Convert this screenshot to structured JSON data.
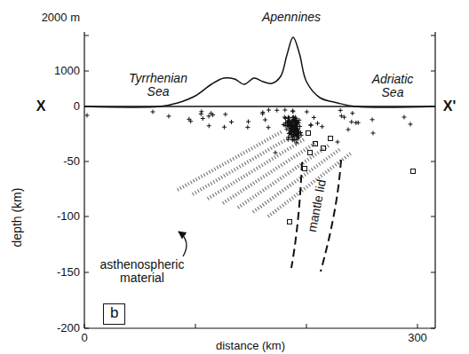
{
  "diagram": {
    "nodes": [
      {
        "text": [
          "b"
        ]
      }
    ],
    "labels": [
      "2000 m",
      "1000",
      "0",
      "-50",
      "-100",
      "-150",
      "-200",
      "depth (km)",
      "0",
      "300",
      "distance (km)",
      "X",
      "X'",
      "Tyrrhenian Sea",
      "Apennines",
      "Adriatic Sea",
      "asthenospheric material",
      "mantle lid"
    ]
  }
}
